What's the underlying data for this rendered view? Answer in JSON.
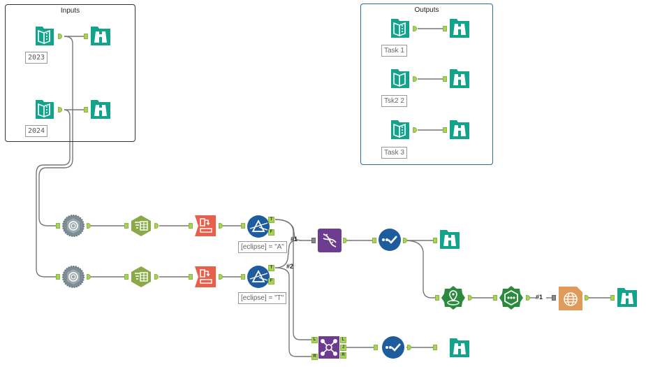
{
  "containers": {
    "inputs": {
      "title": "Inputs"
    },
    "outputs": {
      "title": "Outputs"
    }
  },
  "inputs": [
    {
      "label": "2023",
      "tool": "input-data"
    },
    {
      "label": "2024",
      "tool": "input-data"
    }
  ],
  "outputs": [
    {
      "label": "Task 1",
      "tool": "output-data"
    },
    {
      "label": "Tsk2 2",
      "tool": "output-data"
    },
    {
      "label": "Task 3",
      "tool": "output-data"
    }
  ],
  "filters": [
    {
      "expression": "[eclipse] = \"A\"",
      "true_anchor": "T",
      "false_anchor": "F"
    },
    {
      "expression": "[eclipse] = \"T\"",
      "true_anchor": "T",
      "false_anchor": "F"
    }
  ],
  "connection_labels": {
    "union_in_1": "#1",
    "union_in_2": "#2",
    "spatial_in": "#1"
  },
  "join": {
    "in_left": "L",
    "in_right": "R",
    "out_left": "L",
    "out_join": "J",
    "out_right": "R"
  },
  "colors": {
    "teal_tool": "#12a38a",
    "anchor_green": "#a9d25a",
    "dynamic_gray": "#7e8c93",
    "prep_green": "#8aaa4a",
    "transform_red": "#e8604c",
    "filter_blue": "#1e5c9e",
    "union_purple": "#6d3b8f",
    "spatial_green": "#2c8a3e",
    "report_orange": "#e09b5a",
    "inputs_border": "#333333",
    "outputs_border": "#2c6aa0"
  }
}
